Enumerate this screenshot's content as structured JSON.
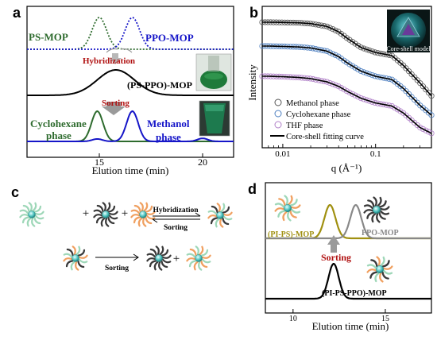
{
  "panels": {
    "a": {
      "letter": "a",
      "xlabel": "Elution time (min)",
      "xticks": [
        "15",
        "20"
      ],
      "labels": {
        "ps_mop": "PS-MOP",
        "ppo_mop": "PPO-MOP",
        "hybridization": "Hybridization",
        "hybrid": "(PS-PPO)-MOP",
        "sorting": "Sorting",
        "cyclohexane": "Cyclohexane\nphase",
        "methanol": "Methanol\nphase"
      },
      "colors": {
        "ps": "#2e6b2e",
        "ppo": "#1515c8",
        "hybrid": "#000000",
        "arrow_text": "#b01010"
      }
    },
    "b": {
      "letter": "b",
      "xlabel": "q (Å⁻¹)",
      "ylabel": "Intensity",
      "xticks": [
        "0.01",
        "0.1"
      ],
      "inset_label": "Core-shell model",
      "legend": [
        "Methanol phase",
        "Cyclohexane phase",
        "THF phase",
        "Core-shell fitting curve"
      ],
      "colors": {
        "methanol": "#555555",
        "cyclohexane": "#4d7fc0",
        "thf": "#b080c8",
        "fit": "#000000"
      }
    },
    "c": {
      "letter": "c",
      "hybridization": "Hybridization",
      "sorting_top": "Sorting",
      "sorting_bottom": "Sorting",
      "plus": "+"
    },
    "d": {
      "letter": "d",
      "xlabel": "Elution time (min)",
      "xticks": [
        "10",
        "15"
      ],
      "labels": {
        "pi_ps": "(PI-PS)-MOP",
        "ppo": "PPO-MOP",
        "sorting": "Sorting",
        "hybrid": "(PI-PS-PPO)-MOP"
      },
      "colors": {
        "pi_ps": "#a09010",
        "ppo": "#888888",
        "hybrid": "#000000"
      }
    }
  },
  "chart_data": [
    {
      "panel": "a",
      "type": "line",
      "xlabel": "Elution time (min)",
      "xlim": [
        11.5,
        21.5
      ],
      "series": [
        {
          "name": "PS-MOP",
          "style": "dotted",
          "peaks": [
            {
              "x": 15.0,
              "height": 1.0,
              "width": 0.35
            }
          ]
        },
        {
          "name": "PPO-MOP",
          "style": "dotted",
          "peaks": [
            {
              "x": 16.6,
              "height": 1.0,
              "width": 0.35
            }
          ]
        },
        {
          "name": "(PS-PPO)-MOP",
          "peaks": [
            {
              "x": 15.8,
              "height": 1.0,
              "width": 0.9
            }
          ]
        },
        {
          "name": "Cyclohexane phase",
          "peaks": [
            {
              "x": 14.9,
              "height": 1.0,
              "width": 0.28
            }
          ]
        },
        {
          "name": "Methanol phase",
          "peaks": [
            {
              "x": 16.6,
              "height": 1.0,
              "width": 0.28
            },
            {
              "x": 14.9,
              "height": 0.08,
              "width": 0.25
            },
            {
              "x": 20.0,
              "height": 0.1,
              "width": 0.25
            }
          ]
        }
      ]
    },
    {
      "panel": "b",
      "type": "scatter",
      "xscale": "log",
      "yscale": "log",
      "xlabel": "q (Å⁻¹)",
      "ylabel": "Intensity",
      "xlim": [
        0.006,
        0.4
      ],
      "series": [
        {
          "name": "Methanol phase",
          "x": [
            0.007,
            0.01,
            0.015,
            0.02,
            0.03,
            0.04,
            0.05,
            0.07,
            0.1,
            0.15,
            0.2,
            0.3,
            0.4
          ],
          "y": [
            1.0,
            0.99,
            0.97,
            0.93,
            0.8,
            0.6,
            0.42,
            0.26,
            0.2,
            0.17,
            0.1,
            0.04,
            0.02
          ]
        },
        {
          "name": "Cyclohexane phase",
          "x": [
            0.007,
            0.01,
            0.015,
            0.02,
            0.03,
            0.04,
            0.05,
            0.07,
            0.1,
            0.15,
            0.2,
            0.3,
            0.4
          ],
          "y": [
            1.0,
            0.98,
            0.95,
            0.9,
            0.75,
            0.55,
            0.38,
            0.24,
            0.18,
            0.15,
            0.09,
            0.035,
            0.02
          ]
        },
        {
          "name": "THF phase",
          "x": [
            0.007,
            0.01,
            0.015,
            0.02,
            0.03,
            0.04,
            0.05,
            0.07,
            0.1,
            0.15,
            0.2,
            0.3,
            0.4
          ],
          "y": [
            1.0,
            0.97,
            0.92,
            0.85,
            0.68,
            0.5,
            0.35,
            0.22,
            0.16,
            0.13,
            0.08,
            0.03,
            0.02
          ]
        }
      ]
    },
    {
      "panel": "d",
      "type": "line",
      "xlabel": "Elution time (min)",
      "xlim": [
        8.5,
        17.5
      ],
      "series": [
        {
          "name": "(PI-PS)-MOP",
          "peaks": [
            {
              "x": 12.0,
              "height": 1.0,
              "width": 0.3
            }
          ]
        },
        {
          "name": "PPO-MOP",
          "peaks": [
            {
              "x": 13.4,
              "height": 1.0,
              "width": 0.3
            }
          ]
        },
        {
          "name": "(PI-PS-PPO)-MOP",
          "peaks": [
            {
              "x": 12.2,
              "height": 1.0,
              "width": 0.28
            }
          ]
        }
      ]
    }
  ]
}
